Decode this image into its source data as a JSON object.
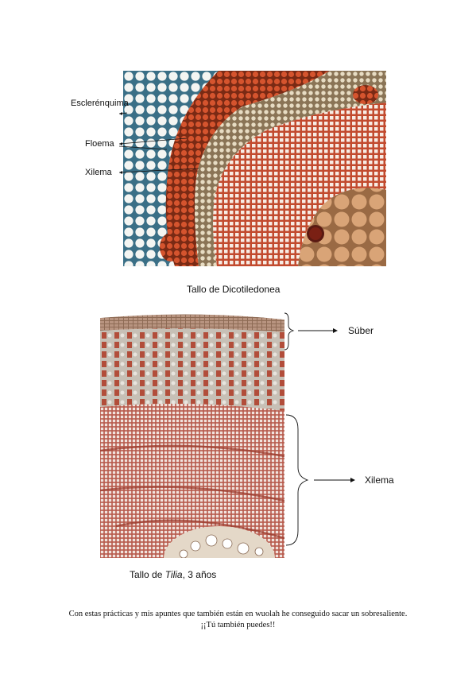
{
  "figure1": {
    "labels": {
      "esclerenquima": "Esclerénquima",
      "floema": "Floema",
      "xilema": "Xilema"
    },
    "caption": "Tallo de Dicotiledonea"
  },
  "figure2": {
    "labels": {
      "suber": "Súber",
      "xilema": "Xilema"
    },
    "caption_prefix": "Tallo de ",
    "caption_genus": "Tilia",
    "caption_suffix": ", 3 años"
  },
  "footer": {
    "line1": "Con estas prácticas y mis apuntes que también están en wuolah he conseguido sacar un sobresaliente.",
    "line2": "¡¡Tú también puedes!!"
  }
}
